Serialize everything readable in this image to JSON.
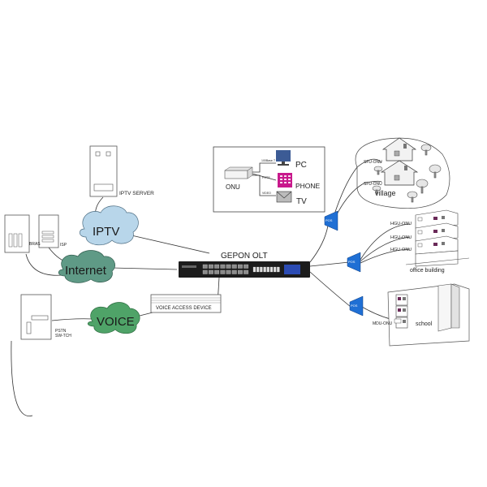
{
  "diagram": {
    "olt_label": "GEPON OLT",
    "clouds": {
      "iptv": "IPTV",
      "internet": "Internet",
      "voice": "VOICE"
    },
    "servers": {
      "iptv_server": "IPTV SERVER",
      "isp": "ISP",
      "bras": "BRAS",
      "pstn": "PSTN",
      "switch": "SW-TCH",
      "voice_access": "VOICE ACCESS DEVICE"
    },
    "legend": {
      "onu": "ONU",
      "pc": "PC",
      "phone": "PHONE",
      "tv": "TV",
      "port_eth": "100Base-T",
      "port_pots": "POTS",
      "port_video": "VIDEO"
    },
    "splitters": {
      "label": "POS"
    },
    "sites": {
      "village": "village",
      "office": "office building",
      "school": "school",
      "sfu_onu_1": "SFU-ONU",
      "sfu_onu_2": "SFU-ONU",
      "hgu_onu_1": "HGU-ONU",
      "hgu_onu_2": "HGU-ONU",
      "hgu_onu_3": "HGU-ONU",
      "mdu_onu": "MDU-ONU"
    },
    "colors": {
      "cloud_blue": "#b8d6ea",
      "cloud_teal": "#5f9a86",
      "cloud_green": "#4fa368",
      "splitter": "#1f6fd4",
      "olt_body": "#1c1c1c",
      "phone": "#c8198c",
      "pc_screen": "#3c5b95"
    }
  }
}
